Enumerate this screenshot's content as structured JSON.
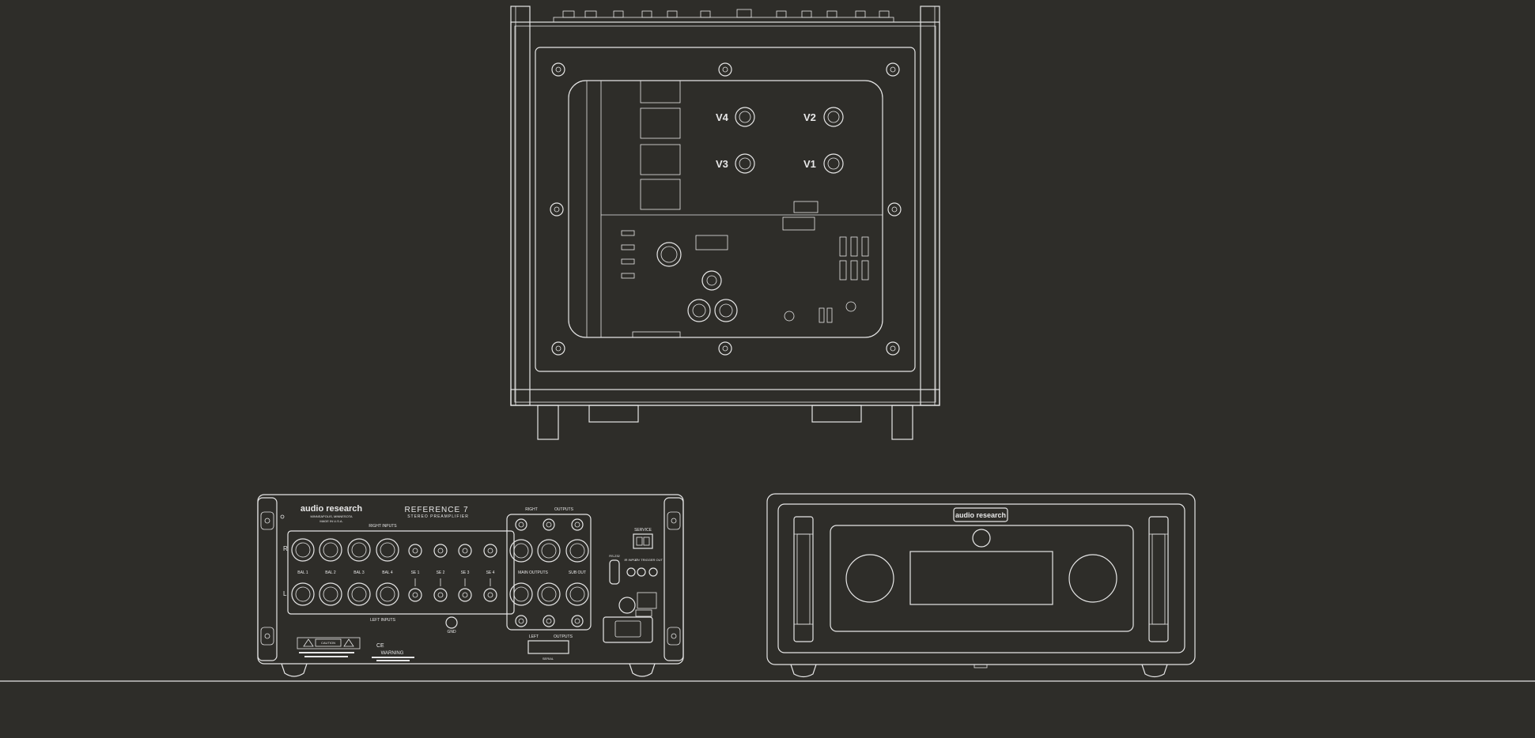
{
  "diagram": {
    "colors": {
      "background": "#2e2d29",
      "line": "#e6e6e6"
    },
    "ground_line": true,
    "top_view": {
      "tube_labels": [
        "V4",
        "V2",
        "V3",
        "V1"
      ]
    },
    "rear_view": {
      "brand": "audio research",
      "brand_sub1": "MINNEAPOLIS, MINNESOTA",
      "brand_sub2": "MADE IN U.S.A.",
      "model": "REFERENCE 7",
      "model_sub": "STEREO PREAMPLIFIER",
      "right_inputs_label": "RIGHT INPUTS",
      "left_inputs_label": "LEFT INPUTS",
      "channel_r": "R",
      "channel_l": "L",
      "balanced_inputs": [
        "BAL 1",
        "BAL 2",
        "BAL 3",
        "BAL 4"
      ],
      "single_ended_inputs": [
        "SE 1",
        "SE 2",
        "SE 3",
        "SE 4"
      ],
      "gnd_label": "GND",
      "outputs_right_label": "RIGHT",
      "outputs_label": "OUTPUTS",
      "outputs_left_label": "LEFT",
      "main_outputs_label": "MAIN OUTPUTS",
      "sub_out_label": "SUB OUT",
      "service_label": "SERVICE",
      "rs232_label": "RS-232",
      "ir_input_label": "IR INPUT",
      "trigger_out_label": "12V TRIGGER OUT",
      "caution_label": "CAUTION",
      "warning_label": "WARNING",
      "ce_mark": "CE",
      "serial_label": "SERIAL"
    },
    "front_view": {
      "brand": "audio research"
    }
  }
}
